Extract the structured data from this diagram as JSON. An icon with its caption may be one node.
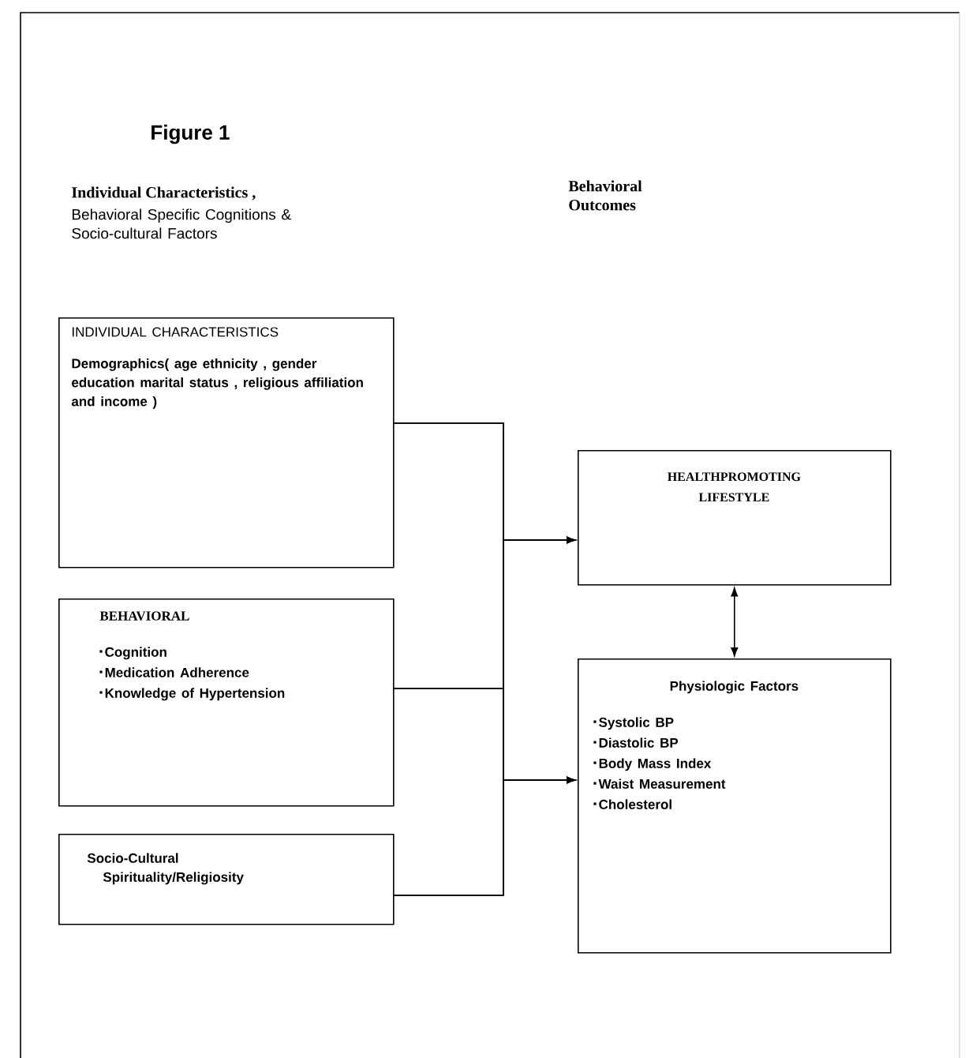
{
  "diagram": {
    "title": "Figure 1",
    "nodes": [
      {
        "text": [
          "INDIVIDUAL CHARACTERISTICS",
          "Demographics( age ethnicity , gender education marital status , religious affiliation and income )"
        ]
      },
      {
        "text": [
          "BEHAVIORAL",
          "Cognition",
          "Medication Adherence",
          "Knowledge of Hypertension"
        ]
      },
      {
        "text": [
          "Socio-Cultural",
          "Spirituality/Religiosity"
        ]
      },
      {
        "text": [
          "HEALTHPROMOTING LIFESTYLE"
        ]
      },
      {
        "text": [
          "Physiologic Factors",
          "Systolic BP",
          "Diastolic BP",
          "Body Mass Index",
          "Waist Measurement",
          "Cholesterol"
        ]
      }
    ],
    "edges": [
      {
        "from": 0,
        "to": 3,
        "arrow": "to"
      },
      {
        "from": 1,
        "to": 3,
        "arrow": "to"
      },
      {
        "from": 2,
        "to": 3,
        "arrow": "to"
      },
      {
        "from": 0,
        "to": 4,
        "arrow": "to"
      },
      {
        "from": 1,
        "to": 4,
        "arrow": "to"
      },
      {
        "from": 2,
        "to": 4,
        "arrow": "to"
      },
      {
        "from": 3,
        "to": 4,
        "arrow": "both"
      }
    ],
    "labels": [
      "Individual Characteristics ,",
      "Behavioral Specific Cognitions & Socio-cultural Factors",
      "Behavioral Outcomes"
    ]
  }
}
